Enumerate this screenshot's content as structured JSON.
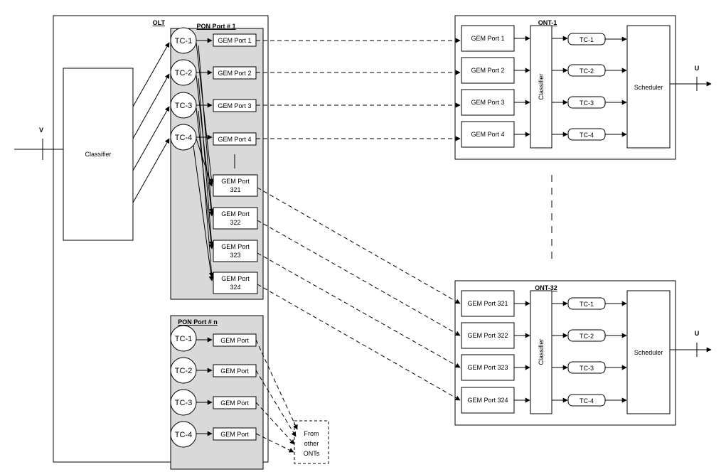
{
  "olt": {
    "title": "OLT",
    "input_label": "V",
    "classifier": "Classifier",
    "pon_port_1": {
      "title": "PON Port # 1",
      "tcs": [
        "TC-1",
        "TC-2",
        "TC-3",
        "TC-4"
      ],
      "gem_ports_top": [
        "GEM Port 1",
        "GEM Port 2",
        "GEM Port 3",
        "GEM Port 4"
      ],
      "gem_ports_bottom": [
        {
          "line1": "GEM Port",
          "line2": "321"
        },
        {
          "line1": "GEM Port",
          "line2": "322"
        },
        {
          "line1": "GEM Port",
          "line2": "323"
        },
        {
          "line1": "GEM Port",
          "line2": "324"
        }
      ]
    },
    "pon_port_n": {
      "title": "PON Port # n",
      "tcs": [
        "TC-1",
        "TC-2",
        "TC-3",
        "TC-4"
      ],
      "gem_ports": [
        "GEM Port",
        "GEM Port",
        "GEM Port",
        "GEM Port"
      ]
    },
    "other_onts": {
      "line1": "From",
      "line2": "other",
      "line3": "ONTs"
    }
  },
  "ont1": {
    "title": "ONT-1",
    "gem_ports": [
      "GEM Port 1",
      "GEM Port 2",
      "GEM Port 3",
      "GEM Port 4"
    ],
    "classifier": "Classifier",
    "tcs": [
      "TC-1",
      "TC-2",
      "TC-3",
      "TC-4"
    ],
    "scheduler": "Scheduler",
    "output_label": "U"
  },
  "ont32": {
    "title": "ONT-32",
    "gem_ports": [
      "GEM Port 321",
      "GEM Port 322",
      "GEM Port 323",
      "GEM Port 324"
    ],
    "classifier": "Classifier",
    "tcs": [
      "TC-1",
      "TC-2",
      "TC-3",
      "TC-4"
    ],
    "scheduler": "Scheduler",
    "output_label": "U"
  }
}
